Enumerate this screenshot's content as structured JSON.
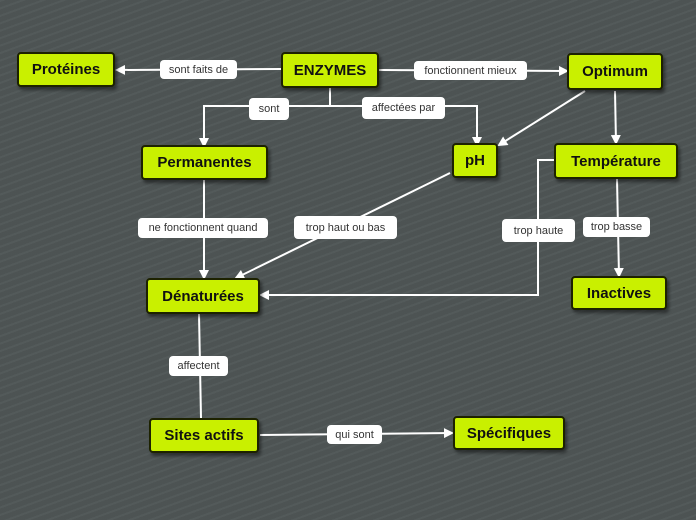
{
  "colors": {
    "node_fill": "#c9f000",
    "node_border": "#1d2200",
    "link": "#ffffff",
    "background": "#4f5656"
  },
  "nodes": {
    "enzymes": "ENZYMES",
    "proteines": "Protéines",
    "optimum": "Optimum",
    "permanentes": "Permanentes",
    "ph": "pH",
    "temperature": "Température",
    "denaturees": "Dénaturées",
    "inactives": "Inactives",
    "sites_actifs": "Sites actifs",
    "specifiques": "Spécifiques"
  },
  "links": {
    "sont_faits_de": "sont faits de",
    "fonctionnent_mieux": "fonctionnent mieux",
    "sont": "sont",
    "affectees_par": "affectées par",
    "ne_fonctionnent_quand": "ne fonctionnent quand",
    "trop_haut_ou_bas": "trop haut ou bas",
    "trop_haute": "trop haute",
    "trop_basse": "trop basse",
    "affectent": "affectent",
    "qui_sont": "qui sont"
  }
}
